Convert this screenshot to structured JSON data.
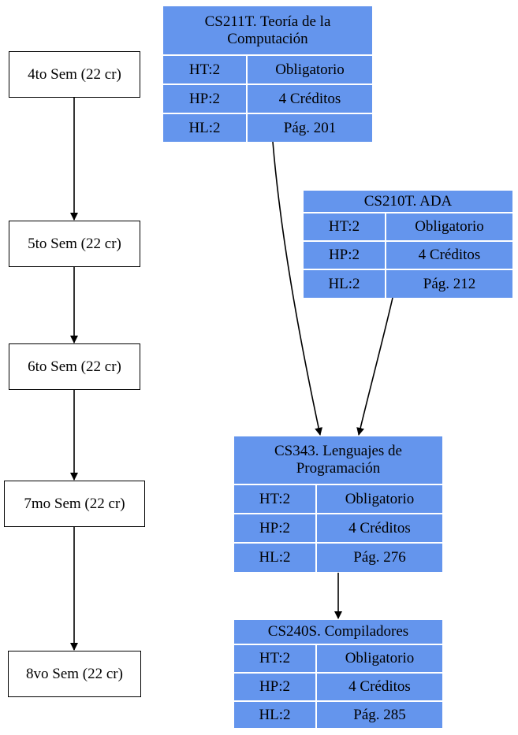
{
  "semesters": [
    {
      "label": "4to Sem (22 cr)"
    },
    {
      "label": "5to Sem (22 cr)"
    },
    {
      "label": "6to Sem (22 cr)"
    },
    {
      "label": "7mo Sem (22 cr)"
    },
    {
      "label": "8vo Sem (22 cr)"
    }
  ],
  "courses": [
    {
      "title_lines": [
        "CS211T. Teoría de la",
        "Computación"
      ],
      "ht": "HT:2",
      "type": "Obligatorio",
      "hp": "HP:2",
      "credits": "4 Créditos",
      "hl": "HL:2",
      "page": "Pág. 201"
    },
    {
      "title_lines": [
        "CS210T. ADA"
      ],
      "ht": "HT:2",
      "type": "Obligatorio",
      "hp": "HP:2",
      "credits": "4 Créditos",
      "hl": "HL:2",
      "page": "Pág. 212"
    },
    {
      "title_lines": [
        "CS343. Lenguajes de",
        "Programación"
      ],
      "ht": "HT:2",
      "type": "Obligatorio",
      "hp": "HP:2",
      "credits": "4 Créditos",
      "hl": "HL:2",
      "page": "Pág. 276"
    },
    {
      "title_lines": [
        "CS240S. Compiladores"
      ],
      "ht": "HT:2",
      "type": "Obligatorio",
      "hp": "HP:2",
      "credits": "4 Créditos",
      "hl": "HL:2",
      "page": "Pág. 285"
    }
  ],
  "colors": {
    "course_fill": "#6495ed",
    "edge": "#000000"
  }
}
